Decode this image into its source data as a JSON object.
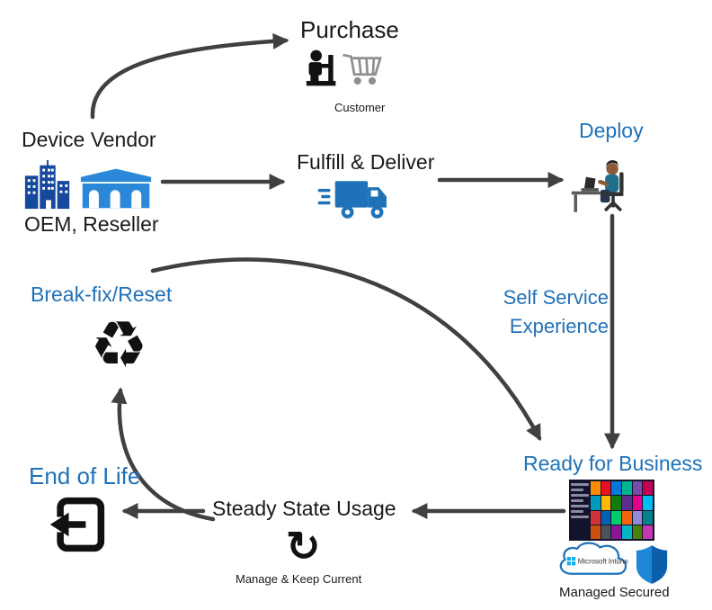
{
  "colors": {
    "accent_blue": "#1F72B8",
    "text_dark": "#1a1a1a",
    "arrow_gray": "#404040",
    "icon_blue_dark": "#16489C",
    "icon_blue_light": "#2B88D8"
  },
  "nodes": {
    "purchase": {
      "title": "Purchase",
      "caption": "Customer"
    },
    "device_vendor": {
      "title": "Device Vendor",
      "caption": "OEM, Reseller"
    },
    "fulfill_deliver": {
      "title": "Fulfill & Deliver"
    },
    "deploy": {
      "title": "Deploy"
    },
    "self_service": {
      "line1": "Self Service",
      "line2": "Experience"
    },
    "break_fix": {
      "title": "Break-fix/Reset"
    },
    "end_of_life": {
      "title": "End of Life"
    },
    "steady_state": {
      "title": "Steady State Usage",
      "caption": "Manage & Keep Current"
    },
    "ready_for_business": {
      "title": "Ready for Business",
      "caption": "Managed Secured"
    }
  },
  "icons": {
    "recycle_glyph": "♻",
    "refresh_glyph": "↻",
    "intune_label": "Microsoft Intune"
  },
  "start_menu": {
    "tiles": [
      "#ff8c00",
      "#e81123",
      "#0078d7",
      "#00b294",
      "#744da9",
      "#c30052",
      "#0099bc",
      "#ffb900",
      "#107c10",
      "#5c2d91",
      "#e3008c",
      "#00bcf2",
      "#d13438",
      "#0063b1",
      "#00cc6a",
      "#f7630c",
      "#8e8cd8",
      "#038387",
      "#ca5010",
      "#4a5459",
      "#881798",
      "#00b7c3",
      "#498205",
      "#c239b3"
    ]
  }
}
